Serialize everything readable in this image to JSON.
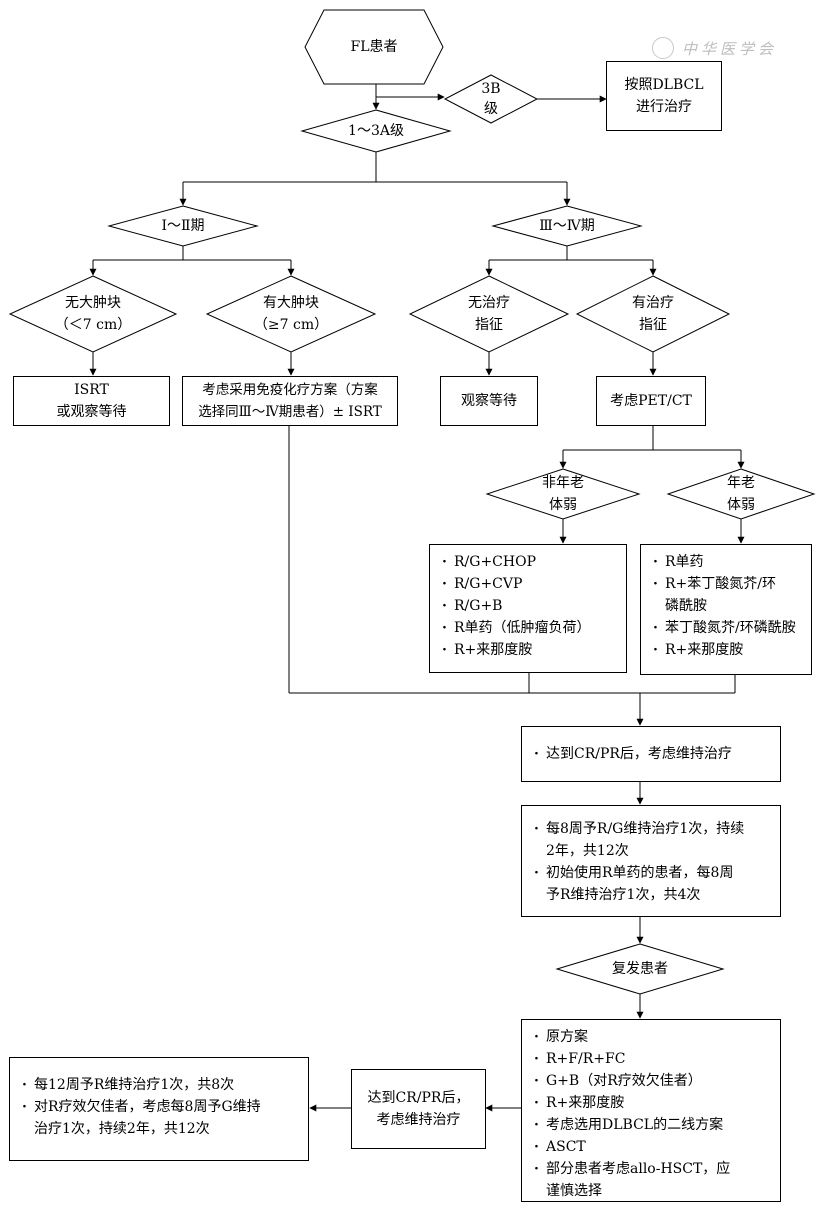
{
  "watermark": "中华医学会",
  "nodes": {
    "start": "FL患者",
    "grade3b": "3B\n级",
    "dlbcl": "按照DLBCL\n进行治疗",
    "grade3a": "1～3A级",
    "stage12": "Ⅰ～Ⅱ期",
    "stage34": "Ⅲ～Ⅳ期",
    "no_mass": "无大肿块\n（＜7 cm）",
    "has_mass": "有大肿块\n（≥7 cm）",
    "no_indication": "无治疗\n指征",
    "has_indication": "有治疗\n指征",
    "isrt": "ISRT\n或观察等待",
    "immuno": "考虑采用免疫化疗方案（方案\n选择同Ⅲ～Ⅳ期患者）± ISRT",
    "watch": "观察等待",
    "petct": "考虑PET/CT",
    "non_elderly": "非年老\n体弱",
    "elderly": "年老\n体弱",
    "non_elderly_list": [
      "R/G+CHOP",
      "R/G+CVP",
      "R/G+B",
      "R单药（低肿瘤负荷）",
      "R+来那度胺"
    ],
    "elderly_list": [
      "R单药",
      "R+苯丁酸氮芥/环\n磷酰胺",
      "苯丁酸氮芥/环磷酰胺",
      "R+来那度胺"
    ],
    "cr_pr_1": [
      "达到CR/PR后，考虑维持治疗"
    ],
    "maintenance": [
      "每8周予R/G维持治疗1次，持续\n2年，共12次",
      "初始使用R单药的患者，每8周\n予R维持治疗1次，共4次"
    ],
    "relapse": "复发患者",
    "relapse_list": [
      "原方案",
      "R+F/R+FC",
      "G+B（对R疗效欠佳者）",
      "R+来那度胺",
      "考虑选用DLBCL的二线方案",
      "ASCT",
      "部分患者考虑allo-HSCT，应\n谨慎选择"
    ],
    "cr_pr_2": "达到CR/PR后，\n考虑维持治疗",
    "final_list": [
      "每12周予R维持治疗1次，共8次",
      "对R疗效欠佳者，考虑每8周予G维持\n治疗1次，持续2年，共12次"
    ]
  }
}
